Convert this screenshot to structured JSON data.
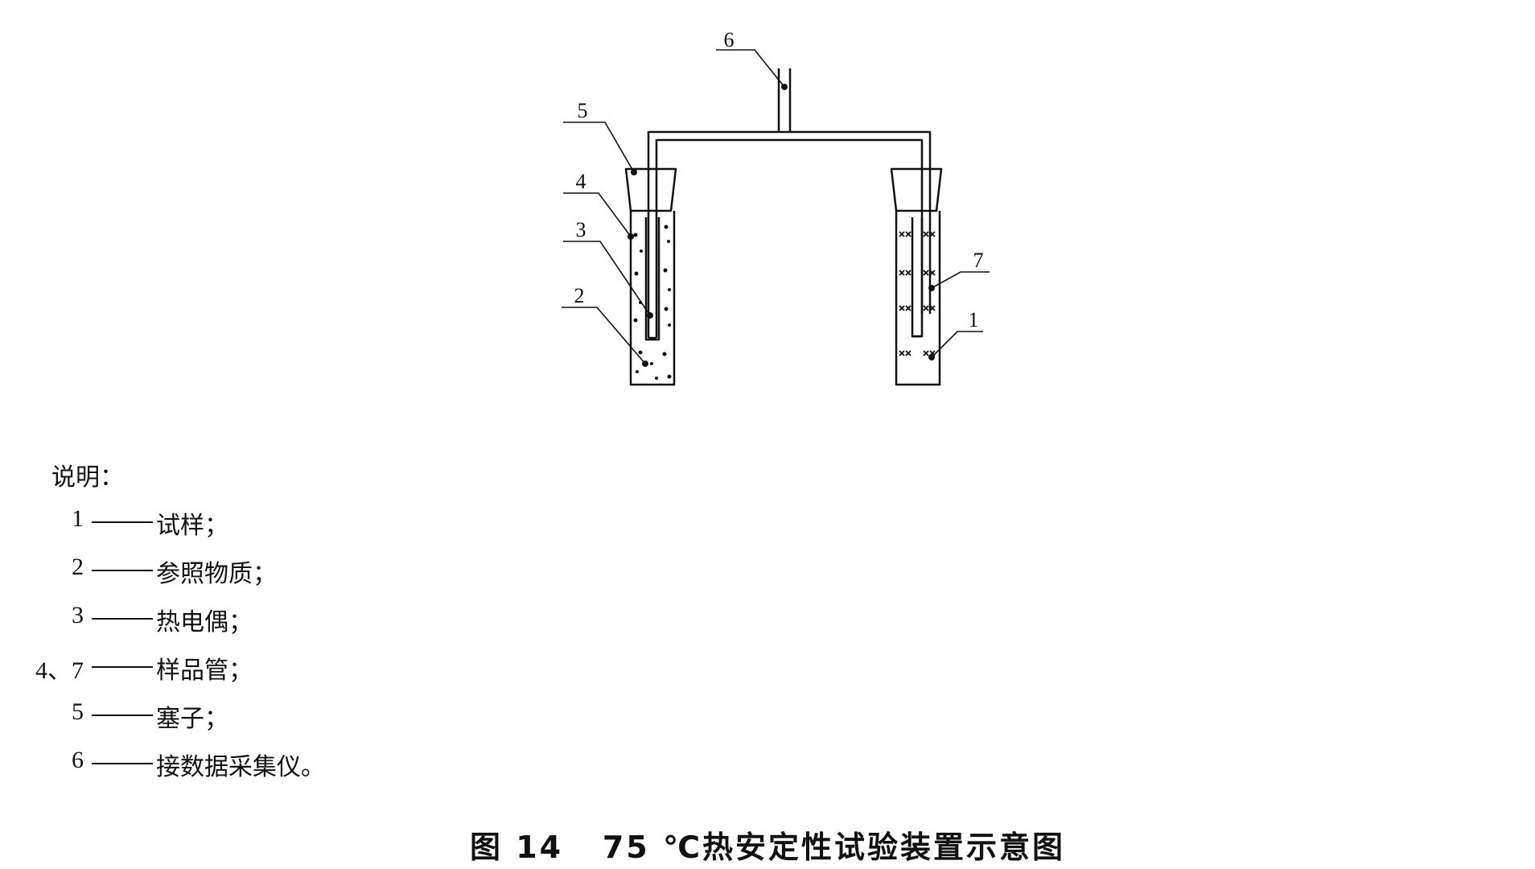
{
  "callouts": [
    "6",
    "5",
    "4",
    "3",
    "2",
    "7",
    "1"
  ],
  "legend": {
    "heading": "说明：",
    "items": [
      {
        "key": "1",
        "text": "试样；"
      },
      {
        "key": "2",
        "text": "参照物质；"
      },
      {
        "key": "3",
        "text": "热电偶；"
      },
      {
        "key": "4、7",
        "text": "样品管；"
      },
      {
        "key": "5",
        "text": "塞子；"
      },
      {
        "key": "6",
        "text": "接数据采集仪。"
      }
    ]
  },
  "caption": {
    "figure_number": "图 14",
    "title": "75 ℃热安定性试验装置示意图"
  }
}
